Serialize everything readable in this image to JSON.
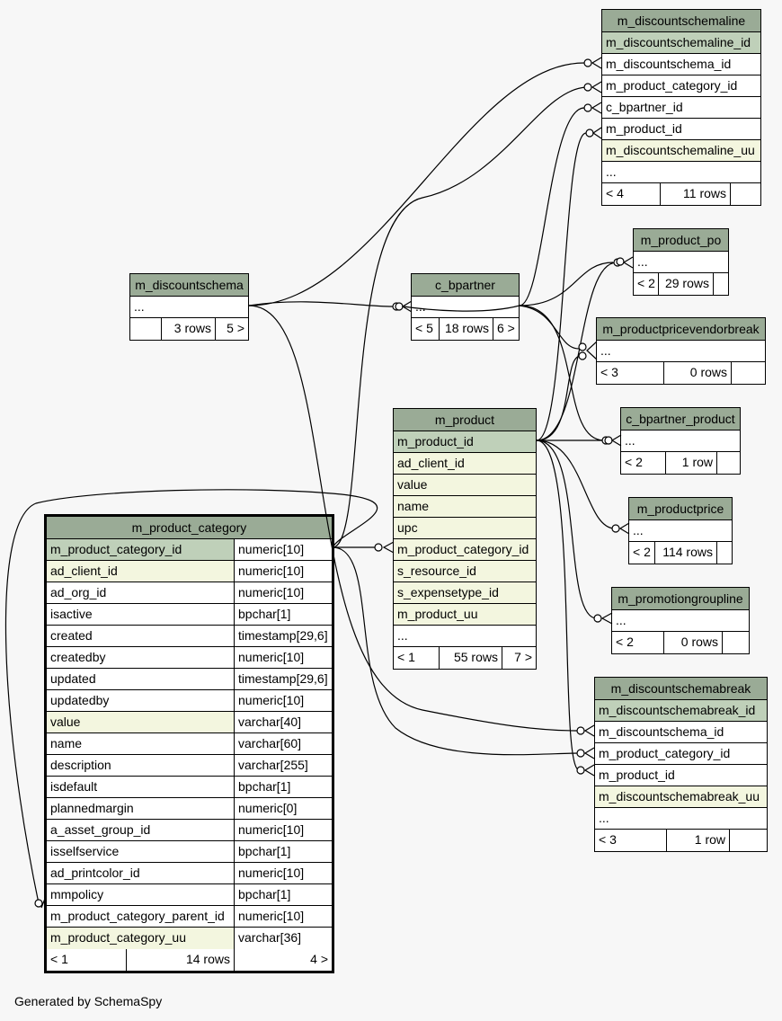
{
  "footer": "Generated by SchemaSpy",
  "tables": {
    "m_discountschemaline": {
      "name": "m_discountschemaline",
      "columns": [
        "m_discountschemaline_id",
        "m_discountschema_id",
        "m_product_category_id",
        "c_bpartner_id",
        "m_product_id",
        "m_discountschemaline_uu",
        "..."
      ],
      "footer": [
        "< 4",
        "11 rows",
        ""
      ]
    },
    "m_product_po": {
      "name": "m_product_po",
      "columns": [
        "..."
      ],
      "footer": [
        "< 2",
        "29 rows",
        ""
      ]
    },
    "m_productpricevendorbreak": {
      "name": "m_productpricevendorbreak",
      "columns": [
        "..."
      ],
      "footer": [
        "< 3",
        "0 rows",
        ""
      ]
    },
    "c_bpartner_product": {
      "name": "c_bpartner_product",
      "columns": [
        "..."
      ],
      "footer": [
        "< 2",
        "1 row",
        ""
      ]
    },
    "m_productprice": {
      "name": "m_productprice",
      "columns": [
        "..."
      ],
      "footer": [
        "< 2",
        "114 rows",
        ""
      ]
    },
    "m_promotiongroupline": {
      "name": "m_promotiongroupline",
      "columns": [
        "..."
      ],
      "footer": [
        "< 2",
        "0 rows",
        ""
      ]
    },
    "m_discountschemabreak": {
      "name": "m_discountschemabreak",
      "columns": [
        "m_discountschemabreak_id",
        "m_discountschema_id",
        "m_product_category_id",
        "m_product_id",
        "m_discountschemabreak_uu",
        "..."
      ],
      "footer": [
        "< 3",
        "1 row",
        ""
      ]
    },
    "m_discountschema": {
      "name": "m_discountschema",
      "columns": [
        "..."
      ],
      "footer": [
        "",
        "3 rows",
        "5 >"
      ]
    },
    "c_bpartner": {
      "name": "c_bpartner",
      "columns": [
        "..."
      ],
      "footer": [
        "< 5",
        "18 rows",
        "6 >"
      ]
    },
    "m_product": {
      "name": "m_product",
      "columns": [
        "m_product_id",
        "ad_client_id",
        "value",
        "name",
        "upc",
        "m_product_category_id",
        "s_resource_id",
        "s_expensetype_id",
        "m_product_uu",
        "..."
      ],
      "footer": [
        "< 1",
        "55 rows",
        "7 >"
      ]
    },
    "m_product_category": {
      "name": "m_product_category",
      "columns": [
        {
          "name": "m_product_category_id",
          "type": "numeric[10]"
        },
        {
          "name": "ad_client_id",
          "type": "numeric[10]"
        },
        {
          "name": "ad_org_id",
          "type": "numeric[10]"
        },
        {
          "name": "isactive",
          "type": "bpchar[1]"
        },
        {
          "name": "created",
          "type": "timestamp[29,6]"
        },
        {
          "name": "createdby",
          "type": "numeric[10]"
        },
        {
          "name": "updated",
          "type": "timestamp[29,6]"
        },
        {
          "name": "updatedby",
          "type": "numeric[10]"
        },
        {
          "name": "value",
          "type": "varchar[40]"
        },
        {
          "name": "name",
          "type": "varchar[60]"
        },
        {
          "name": "description",
          "type": "varchar[255]"
        },
        {
          "name": "isdefault",
          "type": "bpchar[1]"
        },
        {
          "name": "plannedmargin",
          "type": "numeric[0]"
        },
        {
          "name": "a_asset_group_id",
          "type": "numeric[10]"
        },
        {
          "name": "isselfservice",
          "type": "bpchar[1]"
        },
        {
          "name": "ad_printcolor_id",
          "type": "numeric[10]"
        },
        {
          "name": "mmpolicy",
          "type": "bpchar[1]"
        },
        {
          "name": "m_product_category_parent_id",
          "type": "numeric[10]"
        },
        {
          "name": "m_product_category_uu",
          "type": "varchar[36]"
        }
      ],
      "footer": [
        "< 1",
        "14 rows",
        "4 >"
      ]
    }
  },
  "colors": {
    "background": "#f7f7f7",
    "header": "#9aab96",
    "primary_key": "#bfd0b9",
    "indexed": "#f3f6df"
  }
}
